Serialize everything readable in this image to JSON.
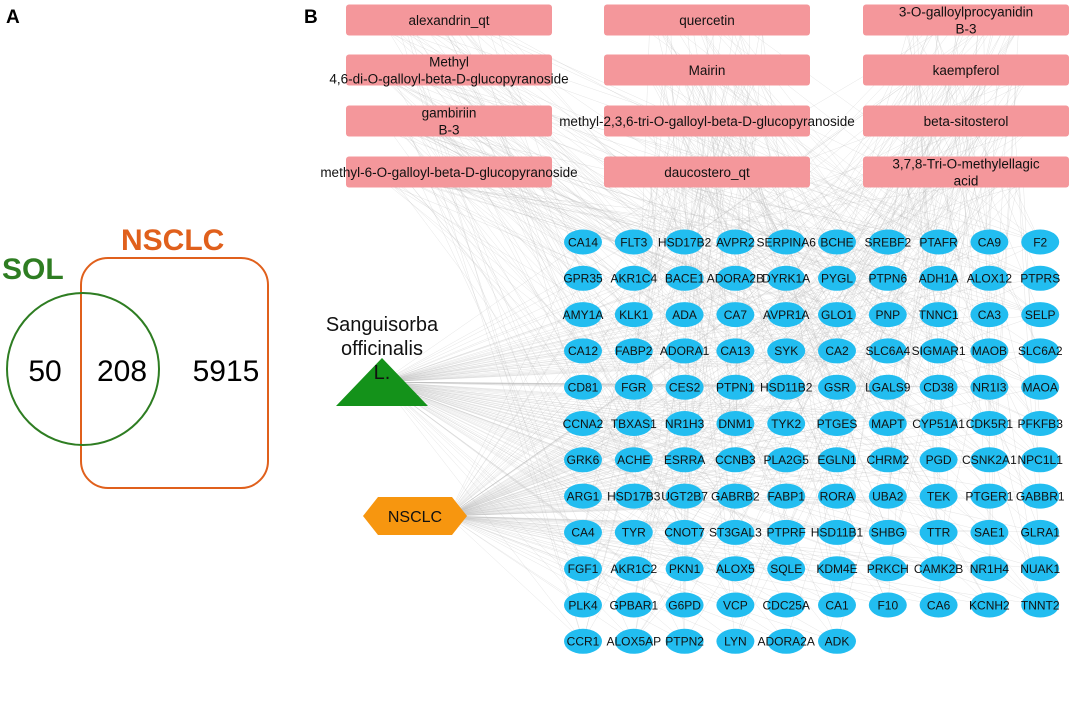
{
  "panels": {
    "a": "A",
    "b": "B"
  },
  "venn": {
    "left": {
      "label": "SOL",
      "color": "#2e7d22"
    },
    "right": {
      "label": "NSCLC",
      "color": "#e0601c"
    },
    "left_only": "50",
    "overlap": "208",
    "right_only": "5915"
  },
  "network": {
    "compound_color": "#f4979b",
    "gene_color": "#22bdf0",
    "herb": {
      "lines": [
        "Sanguisorba",
        "officinalis",
        "L."
      ],
      "color": "#14921a"
    },
    "disease": {
      "label": "NSCLC",
      "color": "#f7960f"
    },
    "compounds": [
      [
        "alexandrin_qt"
      ],
      [
        "quercetin"
      ],
      [
        "3-O-galloylprocyanidin",
        "B-3"
      ],
      [
        "Methyl",
        "4,6-di-O-galloyl-beta-D-glucopyranoside"
      ],
      [
        "Mairin"
      ],
      [
        "kaempferol"
      ],
      [
        "gambiriin",
        "B-3"
      ],
      [
        "methyl-2,3,6-tri-O-galloyl-beta-D-glucopyranoside"
      ],
      [
        "beta-sitosterol"
      ],
      [
        "methyl-6-O-galloyl-beta-D-glucopyranoside"
      ],
      [
        "daucostero_qt"
      ],
      [
        "3,7,8-Tri-O-methylellagic",
        "acid"
      ]
    ],
    "genes": [
      [
        "CA14",
        "FLT3",
        "HSD17B2",
        "AVPR2",
        "SERPINA6",
        "BCHE",
        "SREBF2",
        "PTAFR",
        "CA9",
        "F2"
      ],
      [
        "GPR35",
        "AKR1C4",
        "BACE1",
        "ADORA2B",
        "DYRK1A",
        "PYGL",
        "PTPN6",
        "ADH1A",
        "ALOX12",
        "PTPRS"
      ],
      [
        "AMY1A",
        "KLK1",
        "ADA",
        "CA7",
        "AVPR1A",
        "GLO1",
        "PNP",
        "TNNC1",
        "CA3",
        "SELP"
      ],
      [
        "CA12",
        "FABP2",
        "ADORA1",
        "CA13",
        "SYK",
        "CA2",
        "SLC6A4",
        "SIGMAR1",
        "MAOB",
        "SLC6A2"
      ],
      [
        "CD81",
        "FGR",
        "CES2",
        "PTPN1",
        "HSD11B2",
        "GSR",
        "LGALS9",
        "CD38",
        "NR1I3",
        "MAOA"
      ],
      [
        "CCNA2",
        "TBXAS1",
        "NR1H3",
        "DNM1",
        "TYK2",
        "PTGES",
        "MAPT",
        "CYP51A1",
        "CDK5R1",
        "PFKFB3"
      ],
      [
        "GRK6",
        "ACHE",
        "ESRRA",
        "CCNB3",
        "PLA2G5",
        "EGLN1",
        "CHRM2",
        "PGD",
        "CSNK2A1",
        "NPC1L1"
      ],
      [
        "ARG1",
        "HSD17B3",
        "UGT2B7",
        "GABRB2",
        "FABP1",
        "RORA",
        "UBA2",
        "TEK",
        "PTGER1",
        "GABBR1"
      ],
      [
        "CA4",
        "TYR",
        "CNOT7",
        "ST3GAL3",
        "PTPRF",
        "HSD11B1",
        "SHBG",
        "TTR",
        "SAE1",
        "GLRA1"
      ],
      [
        "FGF1",
        "AKR1C2",
        "PKN1",
        "ALOX5",
        "SQLE",
        "KDM4E",
        "PRKCH",
        "CAMK2B",
        "NR1H4",
        "NUAK1"
      ],
      [
        "PLK4",
        "GPBAR1",
        "G6PD",
        "VCP",
        "CDC25A",
        "CA1",
        "F10",
        "CA6",
        "KCNH2",
        "TNNT2"
      ],
      [
        "CCR1",
        "ALOX5AP",
        "PTPN2",
        "LYN",
        "ADORA2A",
        "ADK"
      ]
    ]
  }
}
